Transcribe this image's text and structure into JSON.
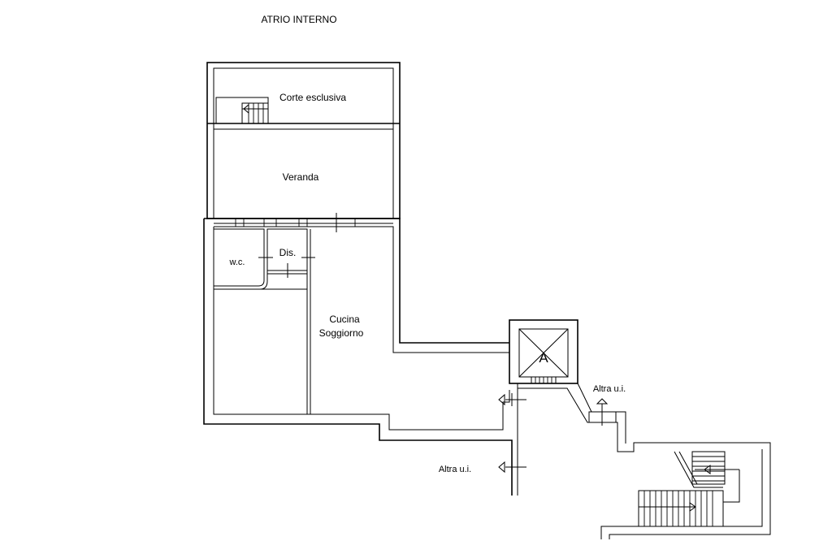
{
  "plan": {
    "header": "ATRIO INTERNO",
    "rooms": {
      "corte": "Corte esclusiva",
      "veranda": "Veranda",
      "wc": "w.c.",
      "dis": "Dis.",
      "cucina": "Cucina",
      "soggiorno": "Soggiorno"
    },
    "lift_mark": "A",
    "altra_ui_right": "Altra u.i.",
    "altra_ui_bottom": "Altra u.i."
  }
}
